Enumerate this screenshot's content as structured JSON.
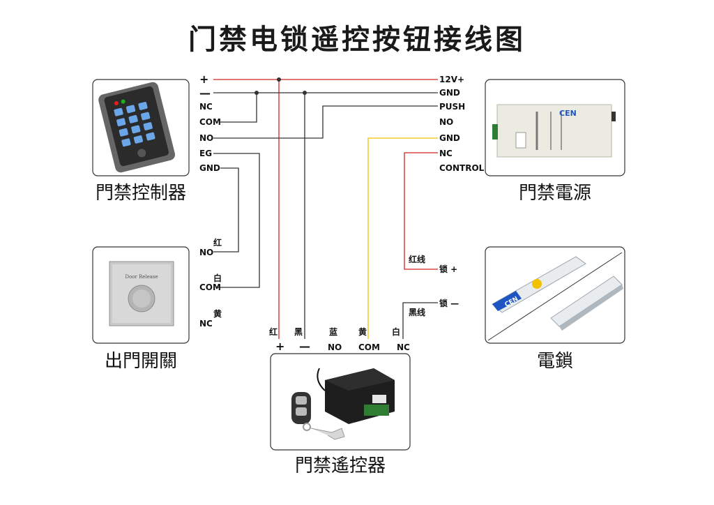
{
  "title": "门禁电锁遥控按钮接线图",
  "colors": {
    "red_wire": "#d42424",
    "black_wire": "#333333",
    "yellow_wire": "#f2c200"
  },
  "devices": {
    "controller": {
      "caption": "門禁控制器",
      "terminals": {
        "plus": "+",
        "minus": "—",
        "nc": "NC",
        "com": "COM",
        "no": "NO",
        "eg": "EG",
        "gnd": "GND"
      }
    },
    "power": {
      "caption": "門禁電源",
      "brand": "CEN",
      "terminals": {
        "v12": "12V+",
        "gnd1": "GND",
        "push": "PUSH",
        "no": "NO",
        "gnd2": "GND",
        "nc": "NC",
        "control": "CONTROL"
      }
    },
    "exit_button": {
      "caption": "出門開關",
      "panel_text": "Door Release",
      "terminals": {
        "red": "红",
        "no": "NO",
        "white": "白",
        "com": "COM",
        "yellow": "黄",
        "nc": "NC"
      }
    },
    "lock": {
      "caption": "電鎖",
      "brand": "CEN",
      "wires": {
        "red": "红线",
        "plus": "锁 +",
        "black": "黑线",
        "minus": "锁 —"
      }
    },
    "remote": {
      "caption": "門禁遙控器",
      "wire_colors": {
        "red": "红",
        "black": "黑",
        "blue": "蓝",
        "yellow": "黄",
        "white": "白"
      },
      "terminals": {
        "plus": "+",
        "minus": "—",
        "no": "NO",
        "com": "COM",
        "nc": "NC"
      }
    }
  }
}
